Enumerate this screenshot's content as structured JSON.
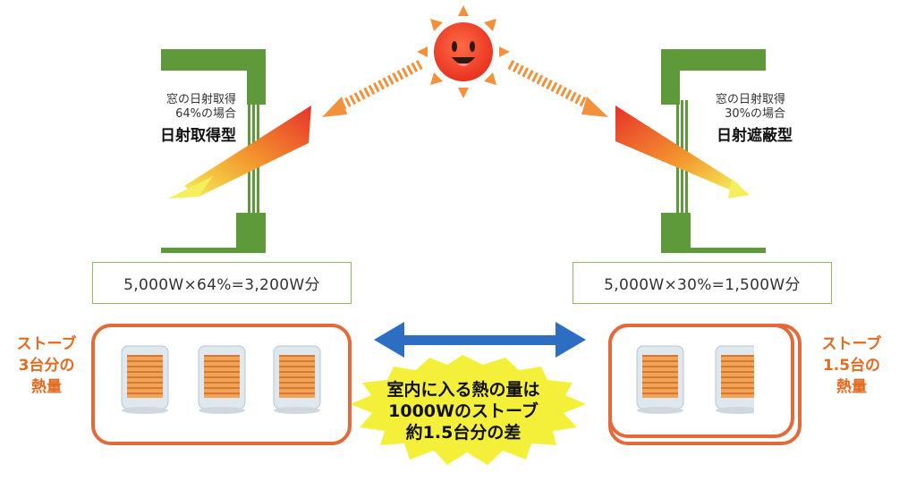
{
  "left": {
    "window_label_line1": "窓の日射取得",
    "window_label_line2": "64%の場合",
    "type_label": "日射取得型",
    "formula": "5,000W×64%=3,200W分",
    "stove_label_line1": "ストーブ",
    "stove_label_line2": "3台分の",
    "stove_label_line3": "熱量",
    "heater_count": 3
  },
  "right": {
    "window_label_line1": "窓の日射取得",
    "window_label_line2": "30%の場合",
    "type_label": "日射遮蔽型",
    "formula": "5,000W×30%=1,500W分",
    "stove_label_line1": "ストーブ",
    "stove_label_line2": "1.5台の",
    "stove_label_line3": "熱量",
    "heater_count": 1.5
  },
  "center": {
    "burst_line1": "室内に入る熱の量は",
    "burst_line2": "1000Wのストーブ",
    "burst_line3": "約1.5台分の差"
  },
  "colors": {
    "wall_green": "#5f9a3a",
    "sun": "#f04a2a",
    "sun_ray": "#f2913c",
    "box_orange": "#e36a3a",
    "double_arrow": "#2d6ec2",
    "burst_yellow": "#f4f03a"
  }
}
